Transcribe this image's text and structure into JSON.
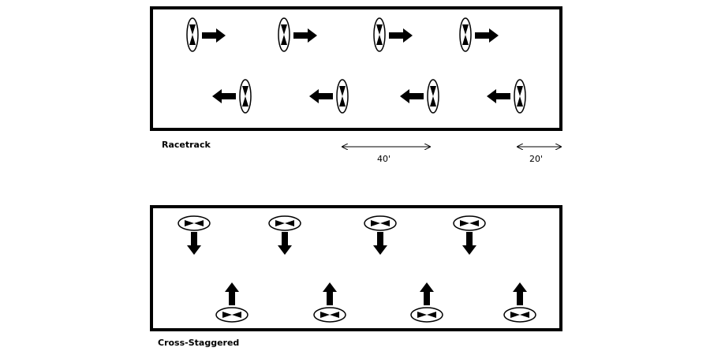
{
  "panels": [
    {
      "id": "racetrack",
      "label": "Racetrack",
      "orientation": "vertical",
      "rows": [
        {
          "direction": "right",
          "count": 4
        },
        {
          "direction": "left",
          "count": 4
        }
      ]
    },
    {
      "id": "cross-staggered",
      "label": "Cross-Staggered",
      "orientation": "horizontal",
      "rows": [
        {
          "direction": "down",
          "count": 4
        },
        {
          "direction": "up",
          "count": 4
        }
      ]
    }
  ],
  "dimensions": [
    {
      "label": "40'"
    },
    {
      "label": "20'"
    }
  ],
  "colors": {
    "stroke": "#000000",
    "background": "#ffffff"
  }
}
